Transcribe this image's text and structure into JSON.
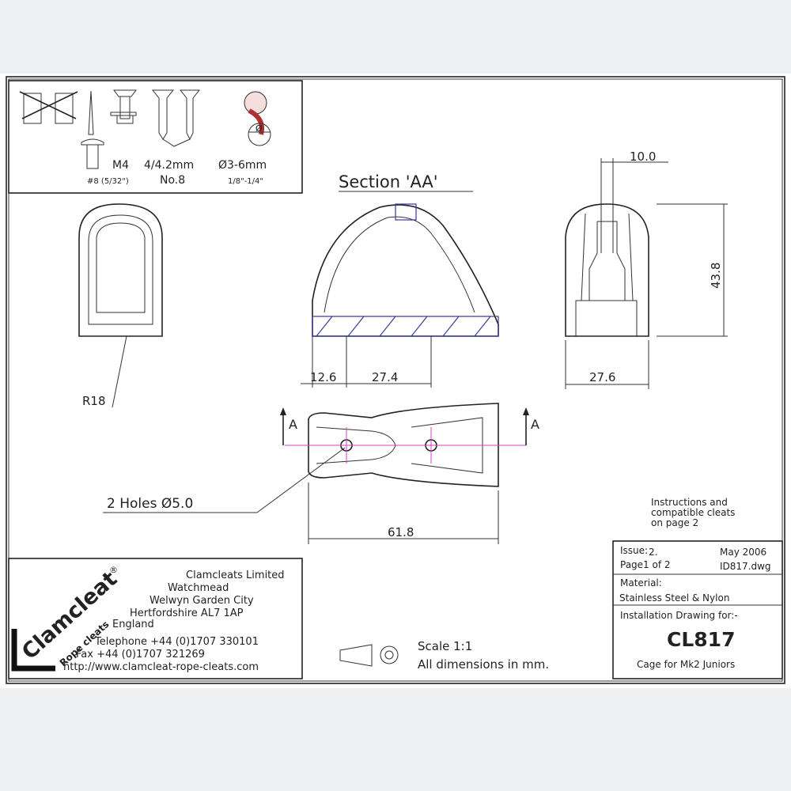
{
  "fasteners": {
    "rivet_label": "#8 (5/32\")",
    "bolt_label": "M4",
    "screw_label_mm": "4/4.2mm",
    "screw_label_no": "No.8",
    "rope_label_mm": "Ø3-6mm",
    "rope_label_in": "1/8\"-1/4\"",
    "diameter_symbol": "Ø"
  },
  "views": {
    "section_title": "Section 'AA'",
    "section_marker": "A",
    "dims": {
      "slot_width": "10.0",
      "height": "43.8",
      "side_width": "27.6",
      "hole_offset": "12.6",
      "hole_spacing": "27.4",
      "radius": "R18",
      "length": "61.8",
      "holes_note": "2 Holes Ø5.0"
    }
  },
  "note": {
    "line1": "Instructions and",
    "line2": "compatible cleats",
    "line3": "on page 2"
  },
  "company": {
    "logo_text": "Clamcleat",
    "logo_sub": "Rope cleats",
    "logo_mark": "®",
    "name": "Clamcleats Limited",
    "addr1": "Watchmead",
    "addr2": "Welwyn Garden City",
    "addr3": "Hertfordshire AL7 1AP",
    "country": "England",
    "telephone": "Telephone +44 (0)1707 330101",
    "fax": "Fax +44 (0)1707 321269",
    "website": "http://www.clamcleat-rope-cleats.com"
  },
  "scale": {
    "scale": "Scale 1:1",
    "units": "All dimensions in mm."
  },
  "title_block": {
    "issue_label": "Issue:",
    "issue": "2.",
    "date": "May 2006",
    "page": "Page1 of 2",
    "file": "ID817.dwg",
    "material_label": "Material:",
    "material": "Stainless Steel & Nylon",
    "drawing_for": "Installation Drawing for:-",
    "part_number": "CL817",
    "description": "Cage for Mk2 Juniors"
  },
  "colors": {
    "line": "#222222",
    "hatch": "#3a3aa0",
    "centerline": "#d040c0",
    "background": "#eef0f1"
  }
}
